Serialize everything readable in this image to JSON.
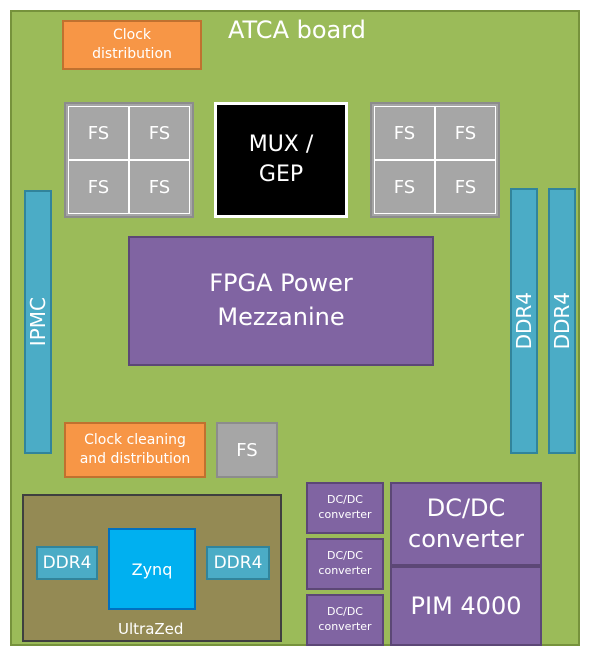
{
  "board": {
    "title": "ATCA board"
  },
  "clock_distribution": {
    "line1": "Clock",
    "line2": "distribution"
  },
  "fs_label": "FS",
  "mux": {
    "line1": "MUX /",
    "line2": "GEP"
  },
  "ipmc": "IPMC",
  "fpga_power": {
    "line1": "FPGA Power",
    "line2": "Mezzanine"
  },
  "ddr4": "DDR4",
  "clock_cleaning": {
    "line1": "Clock cleaning",
    "line2": "and distribution"
  },
  "ultrazed": {
    "label": "UltraZed",
    "zynq": "Zynq",
    "ddr4": "DDR4"
  },
  "dcdc_small": {
    "line1": "DC/DC",
    "line2": "converter"
  },
  "dcdc_large": {
    "line1": "DC/DC",
    "line2": "converter"
  },
  "pim": "PIM 4000"
}
